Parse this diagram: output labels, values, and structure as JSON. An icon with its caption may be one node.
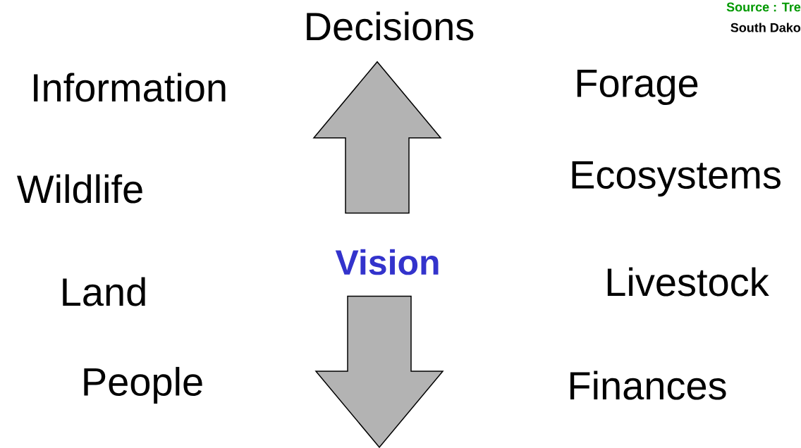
{
  "diagram": {
    "nodes": [
      {
        "text": [
          "Decisions"
        ]
      },
      {
        "text": [
          "Vision"
        ]
      }
    ],
    "edges": [
      {
        "from": 1,
        "to": 0,
        "arrow": "to"
      },
      {
        "from": 1,
        "to": null,
        "arrow": "to"
      }
    ],
    "labels": [
      "Source : Tre",
      "South Dako",
      "Information",
      "Forage",
      "Wildlife",
      "Ecosystems",
      "Land",
      "Livestock",
      "People",
      "Finances"
    ]
  }
}
